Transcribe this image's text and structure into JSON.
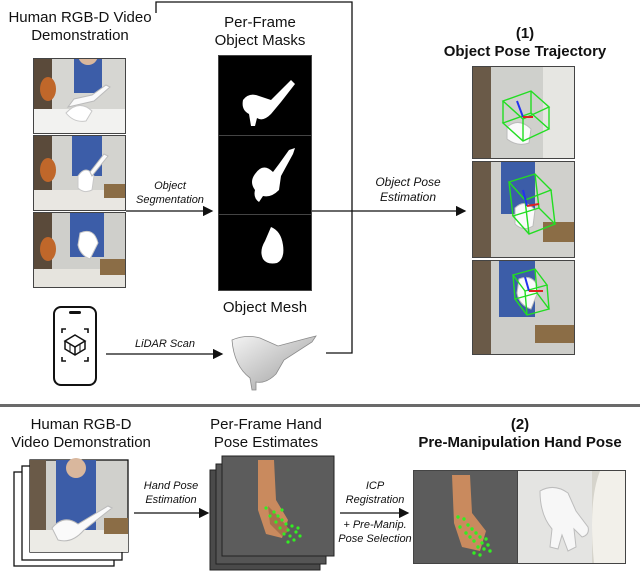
{
  "top": {
    "video_title": [
      "Human RGB-D Video",
      "Demonstration"
    ],
    "masks_title": [
      "Per-Frame",
      "Object Masks"
    ],
    "result_number": "(1)",
    "result_title": "Object Pose Trajectory",
    "segmentation_label": [
      "Object",
      "Segmentation"
    ],
    "pose_estimation_label": [
      "Object Pose",
      "Estimation"
    ],
    "mesh_title": "Object Mesh",
    "lidar_label": "LiDAR Scan"
  },
  "bottom": {
    "video_title": [
      "Human RGB-D",
      "Video Demonstration"
    ],
    "hand_estimates_title": [
      "Per-Frame Hand",
      "Pose Estimates"
    ],
    "result_number": "(2)",
    "result_title": "Pre-Manipulation Hand Pose",
    "hand_pose_label": [
      "Hand Pose",
      "Estimation"
    ],
    "icp_label": [
      "ICP",
      "Registration"
    ],
    "selection_label": [
      "+ Pre-Manip.",
      "Pose Selection"
    ]
  },
  "colors": {
    "mask_bg": "#000000",
    "mask_fg": "#ffffff",
    "bbox": "#22dd22",
    "points": "#33ee22",
    "hand_bg": "#5c5c5c"
  },
  "icons": {
    "scanner": "phone-ar-scan-icon"
  }
}
